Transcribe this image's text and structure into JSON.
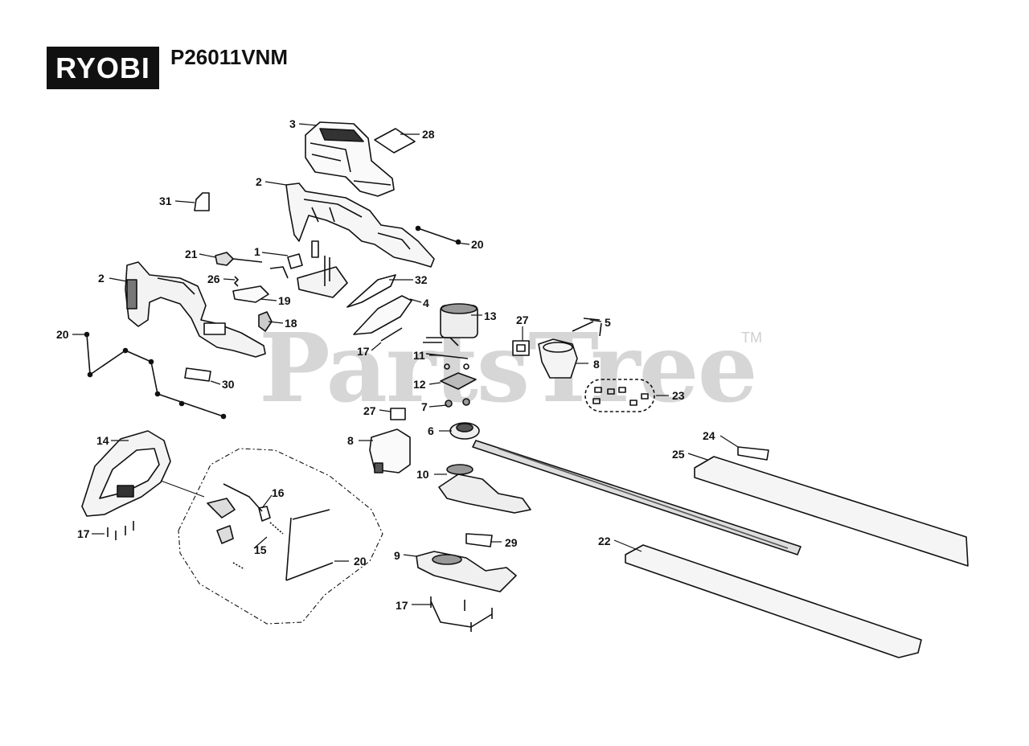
{
  "brand": {
    "logo_text": "RYOBI"
  },
  "model_number": "P26011VNM",
  "watermark": {
    "text": "PartsTree",
    "tm": "TM"
  },
  "parts": [
    {
      "id": "p3",
      "label": "3"
    },
    {
      "id": "p28",
      "label": "28"
    },
    {
      "id": "p2a",
      "label": "2"
    },
    {
      "id": "p31",
      "label": "31"
    },
    {
      "id": "p20a",
      "label": "20"
    },
    {
      "id": "p21",
      "label": "21"
    },
    {
      "id": "p1",
      "label": "1"
    },
    {
      "id": "p2b",
      "label": "2"
    },
    {
      "id": "p26",
      "label": "26"
    },
    {
      "id": "p32",
      "label": "32"
    },
    {
      "id": "p19",
      "label": "19"
    },
    {
      "id": "p4",
      "label": "4"
    },
    {
      "id": "p13",
      "label": "13"
    },
    {
      "id": "p27a",
      "label": "27"
    },
    {
      "id": "p5",
      "label": "5"
    },
    {
      "id": "p18",
      "label": "18"
    },
    {
      "id": "p20b",
      "label": "20"
    },
    {
      "id": "p17a",
      "label": "17"
    },
    {
      "id": "p11",
      "label": "11"
    },
    {
      "id": "p8a",
      "label": "8"
    },
    {
      "id": "p12",
      "label": "12"
    },
    {
      "id": "p23",
      "label": "23"
    },
    {
      "id": "p30",
      "label": "30"
    },
    {
      "id": "p7",
      "label": "7"
    },
    {
      "id": "p27b",
      "label": "27"
    },
    {
      "id": "p6",
      "label": "6"
    },
    {
      "id": "p14",
      "label": "14"
    },
    {
      "id": "p8b",
      "label": "8"
    },
    {
      "id": "p24",
      "label": "24"
    },
    {
      "id": "p25",
      "label": "25"
    },
    {
      "id": "p10",
      "label": "10"
    },
    {
      "id": "p16",
      "label": "16"
    },
    {
      "id": "p17b",
      "label": "17"
    },
    {
      "id": "p15",
      "label": "15"
    },
    {
      "id": "p29",
      "label": "29"
    },
    {
      "id": "p22",
      "label": "22"
    },
    {
      "id": "p9",
      "label": "9"
    },
    {
      "id": "p20c",
      "label": "20"
    },
    {
      "id": "p17c",
      "label": "17"
    }
  ]
}
